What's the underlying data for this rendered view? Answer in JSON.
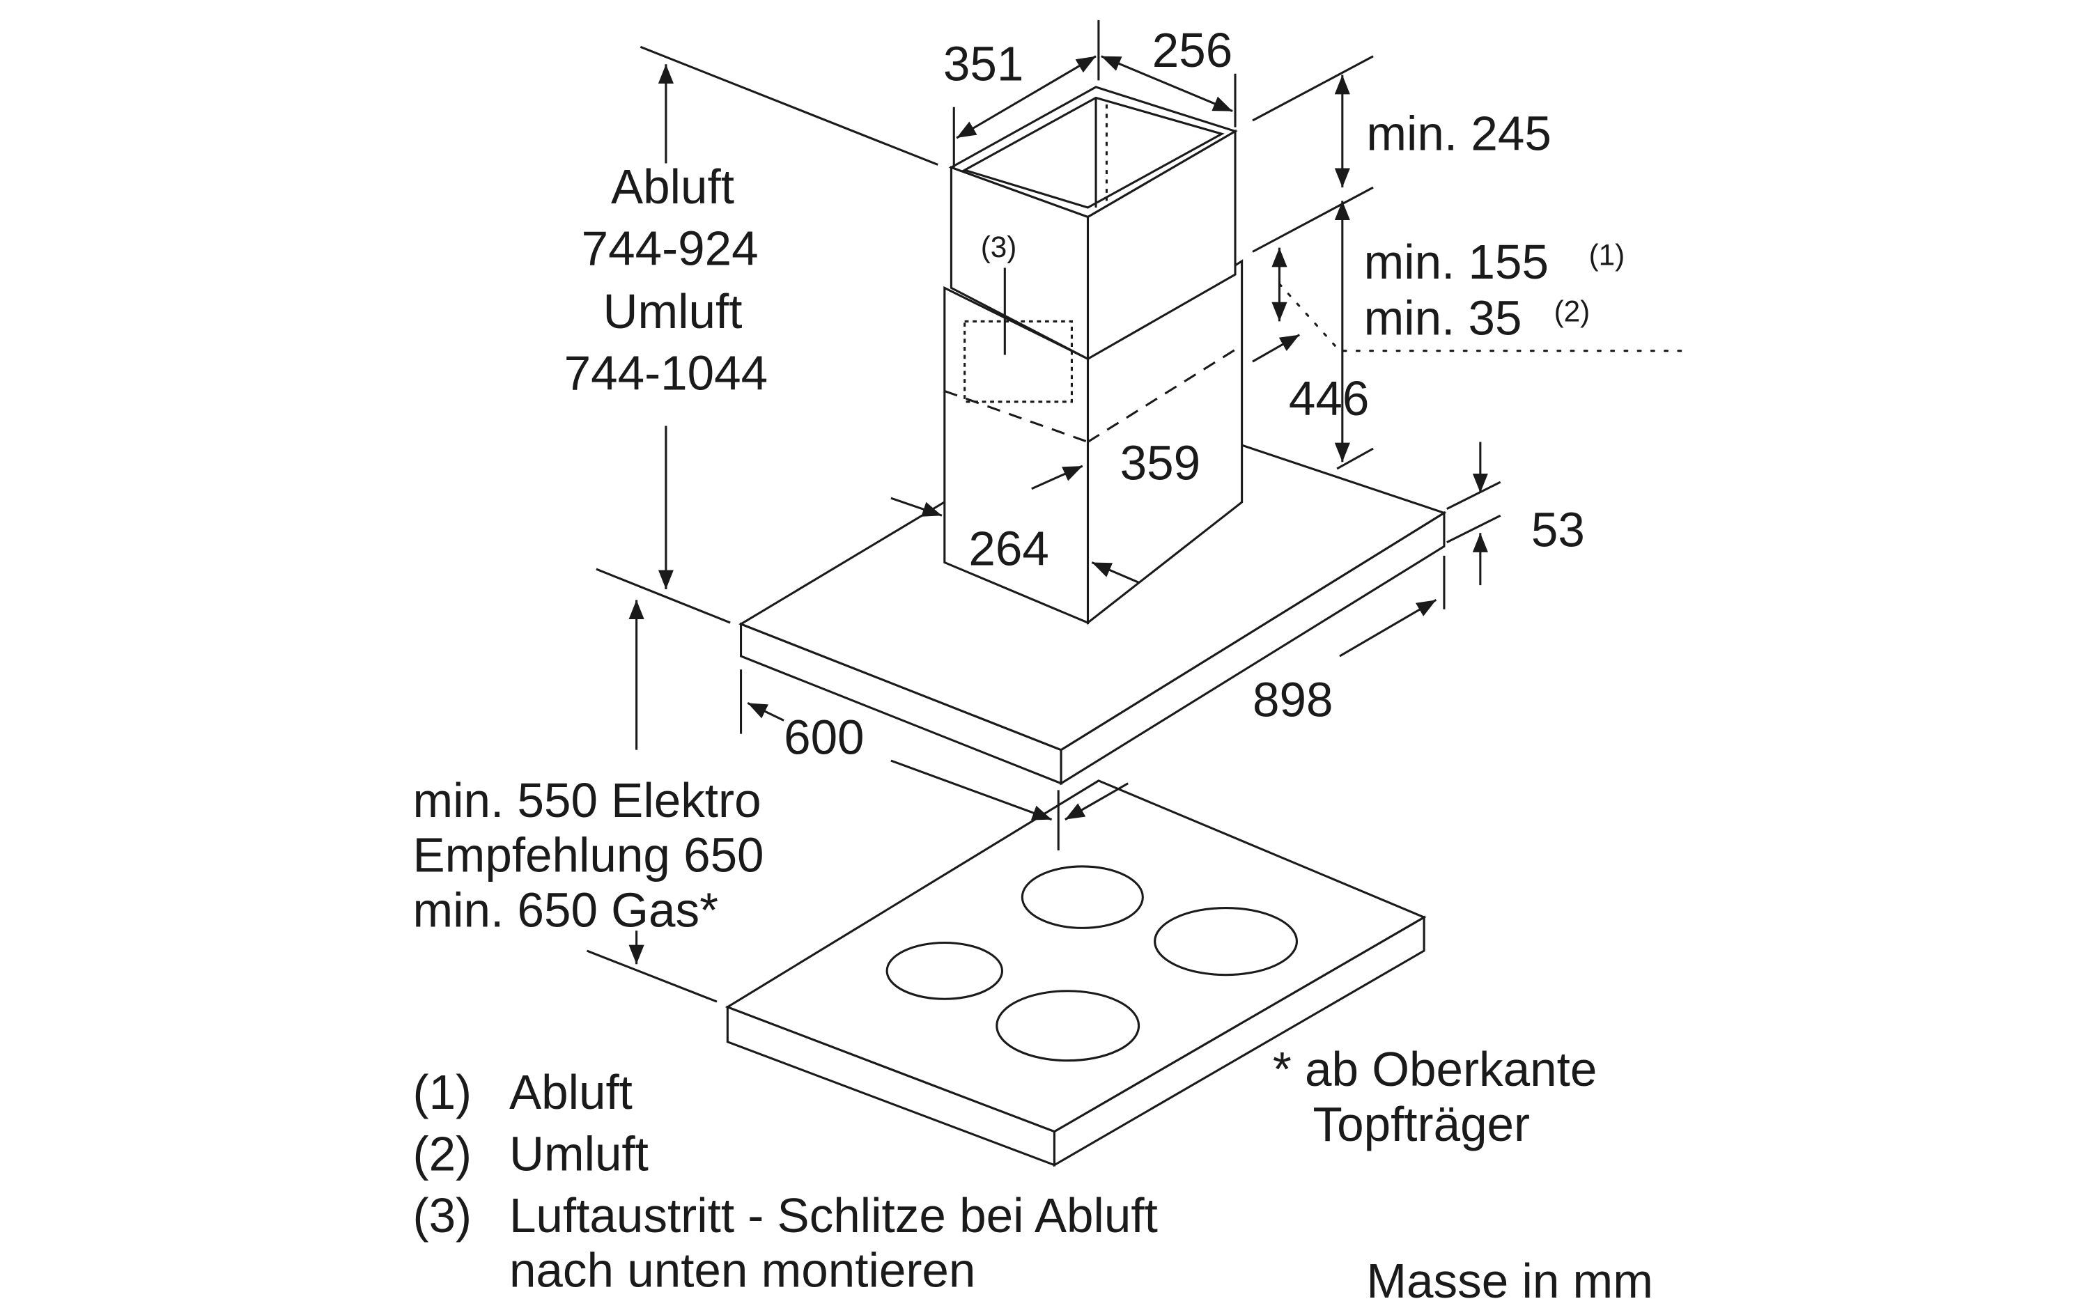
{
  "dimensions": {
    "chimney_depth": "351",
    "chimney_width": "256",
    "min_245": "min. 245",
    "min_155": "min. 155",
    "note_1": "(1)",
    "min_35": "min. 35",
    "note_2": "(2)",
    "d446": "446",
    "d359": "359",
    "d264": "264",
    "d53": "53",
    "d898": "898",
    "d600": "600",
    "callout_3": "(3)"
  },
  "height_label": [
    "Abluft",
    "744-924",
    "Umluft",
    "744-1044"
  ],
  "clearance_label": [
    "min. 550 Elektro",
    "Empfehlung 650",
    "min. 650 Gas*"
  ],
  "footnote": [
    "* ab Oberkante",
    "Topfträger"
  ],
  "legend": [
    {
      "num": "(1)",
      "text": "Abluft"
    },
    {
      "num": "(2)",
      "text": "Umluft"
    },
    {
      "num": "(3)",
      "text": "Luftaustritt - Schlitze bei Abluft",
      "text2": "nach unten montieren"
    }
  ],
  "units": "Masse in mm"
}
